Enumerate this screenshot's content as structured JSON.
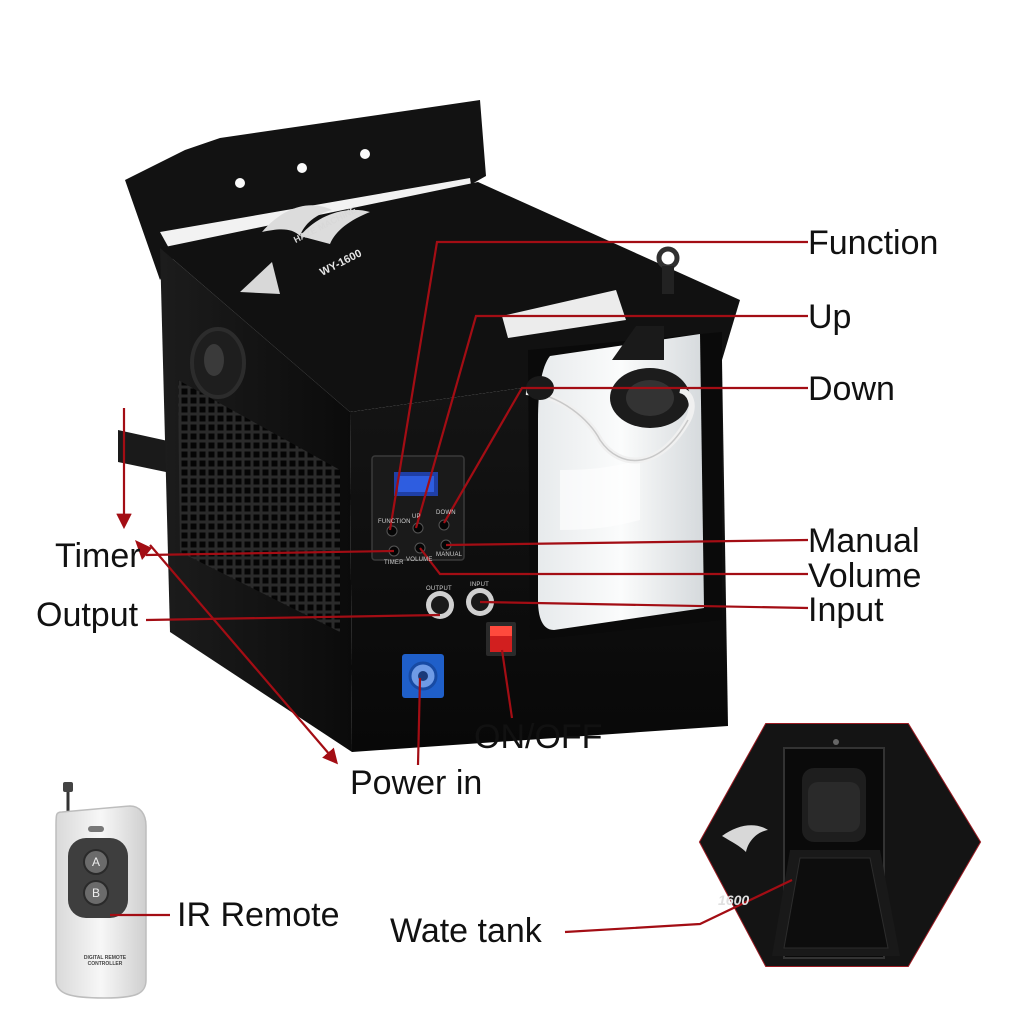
{
  "labels": {
    "function": "Function",
    "up": "Up",
    "down": "Down",
    "manual": "Manual",
    "volume": "Volume",
    "input": "Input",
    "timer": "Timer",
    "output": "Output",
    "on_off": "ON/OFF",
    "power_in": "Power in",
    "ir_remote": "IR Remote",
    "water_tank": "Wate tank"
  },
  "machine": {
    "brand_title": "HAZE MACHINE",
    "model": "WY-1600",
    "panel_buttons_top": [
      "FUNCTION",
      "UP",
      "DOWN"
    ],
    "panel_buttons_bottom": [
      "TIMER",
      "VOLUME",
      "MANUAL"
    ],
    "output_label": "OUTPUT",
    "input_label": "INPUT"
  },
  "remote": {
    "button_a": "A",
    "button_b": "B",
    "caption": "DIGITAL REMOTE CONTROLLER"
  },
  "inset": {
    "model_fragment": "1600"
  },
  "colors": {
    "leader_line": "#a30d14",
    "machine_body": "#0e0e0e",
    "panel": "#1a1a1a",
    "power_connector": "#1f5fc9",
    "switch": "#d21f1f"
  }
}
